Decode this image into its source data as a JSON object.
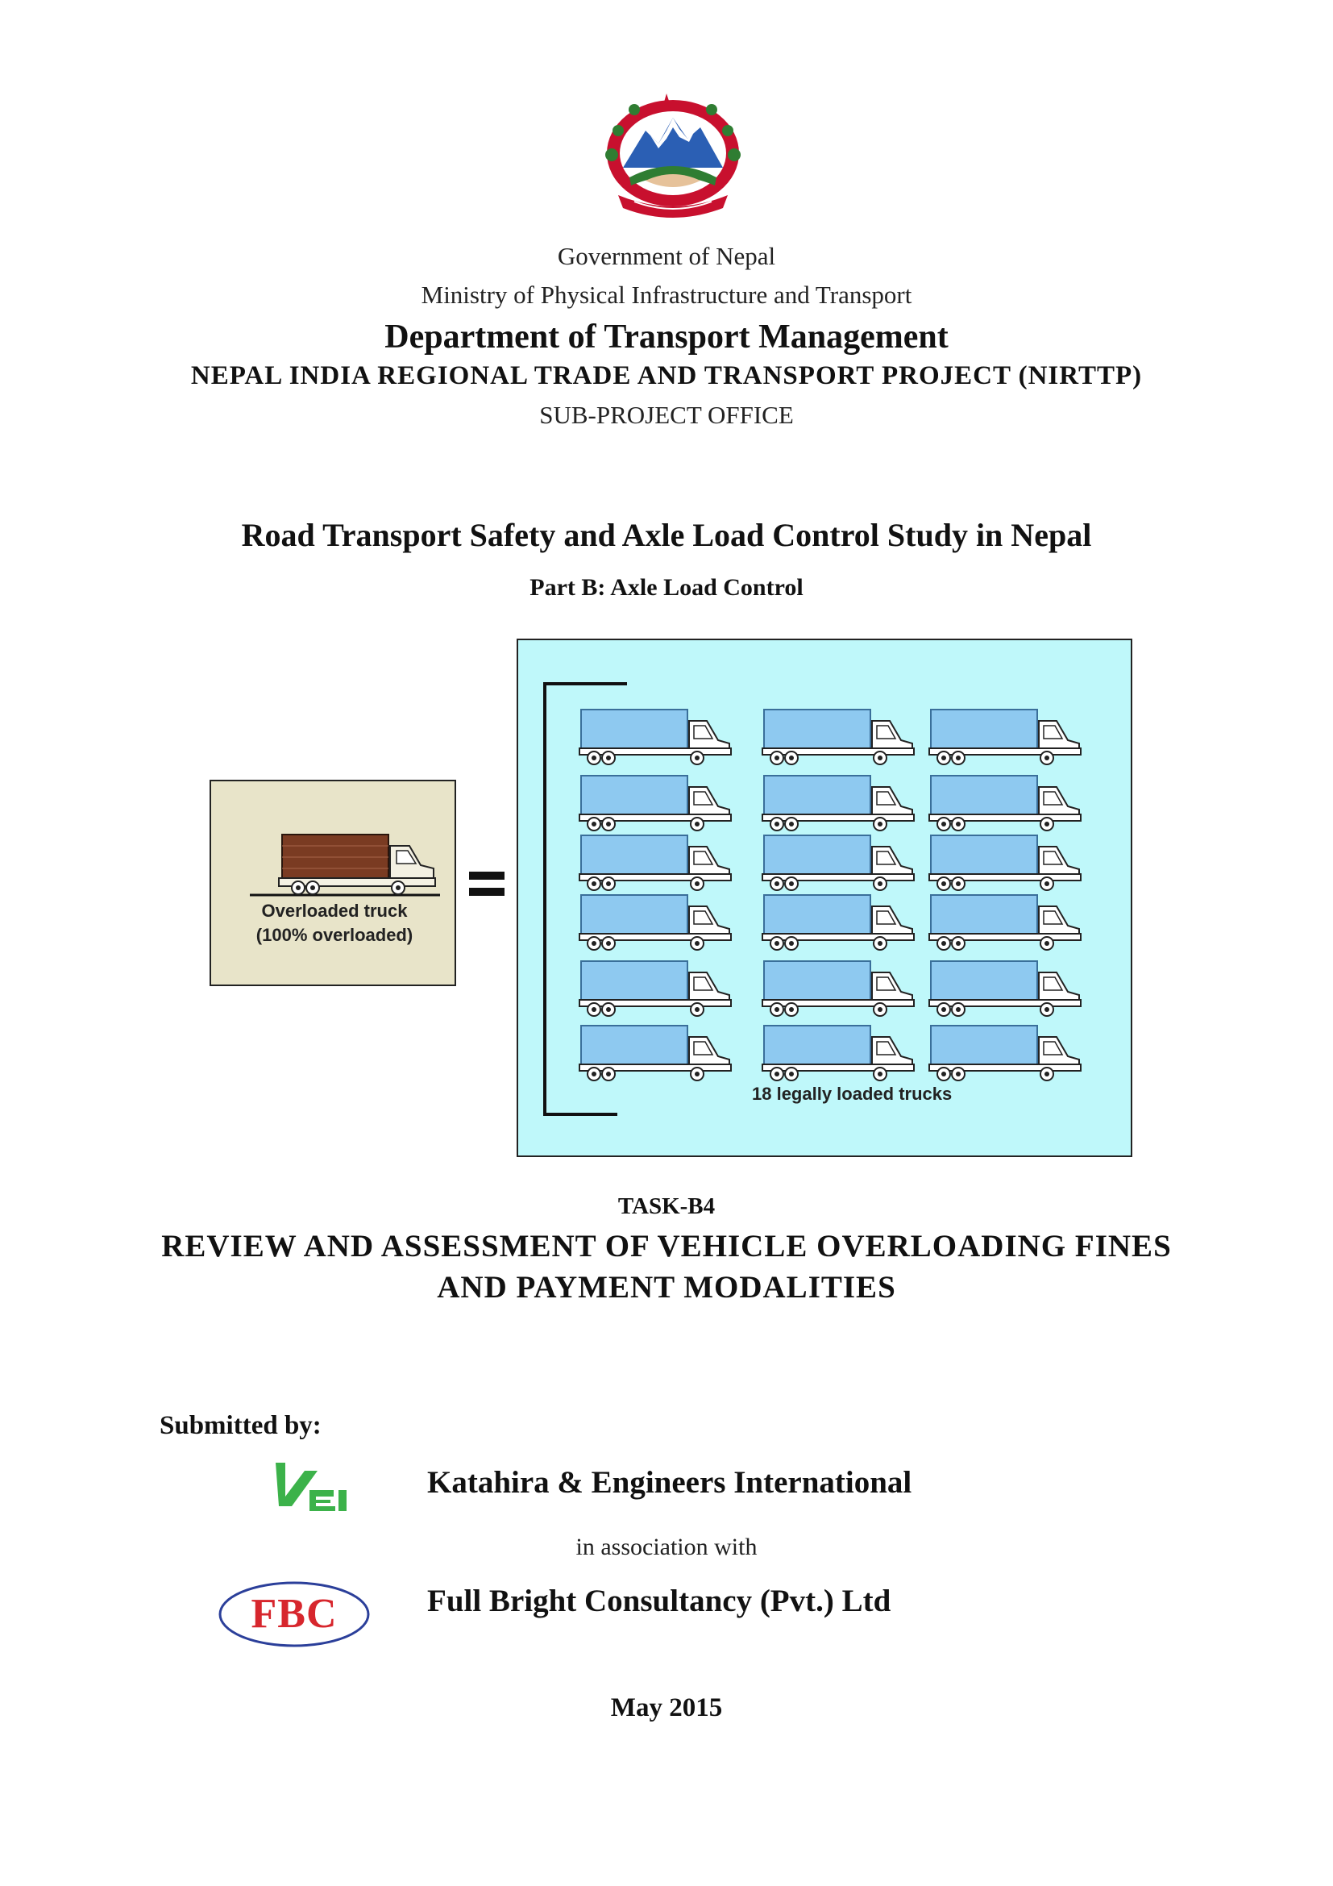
{
  "header": {
    "government": "Government of Nepal",
    "ministry": "Ministry of Physical Infrastructure and Transport",
    "department": "Department of Transport Management",
    "project": "NEPAL INDIA REGIONAL TRADE AND TRANSPORT PROJECT (NIRTTP)",
    "office": "SUB-PROJECT OFFICE"
  },
  "study": {
    "title": "Road Transport Safety and Axle Load Control Study in Nepal",
    "part": "Part B: Axle Load Control"
  },
  "figure": {
    "overloaded_line1": "Overloaded truck",
    "overloaded_line2": "(100% overloaded)",
    "equals_symbol": "=",
    "legal_label": "18 legally loaded trucks",
    "legal_truck_count": 18,
    "colors": {
      "left_panel": "#e8e4c9",
      "right_panel": "#bff8fa",
      "overloaded_cargo": "#7a3b22",
      "legal_cargo": "#8ec9f0"
    }
  },
  "task": {
    "code": "TASK-B4",
    "title_line1": "REVIEW AND ASSESSMENT OF VEHICLE OVERLOADING FINES",
    "title_line2": "AND PAYMENT MODALITIES"
  },
  "submission": {
    "label": "Submitted by:",
    "firm": "Katahira & Engineers International",
    "association": "in association with",
    "partner": "Full Bright Consultancy (Pvt.) Ltd",
    "kei_logo_color": "#3cb24a",
    "fbc_logo_text": "FBC"
  },
  "date": "May 2015"
}
